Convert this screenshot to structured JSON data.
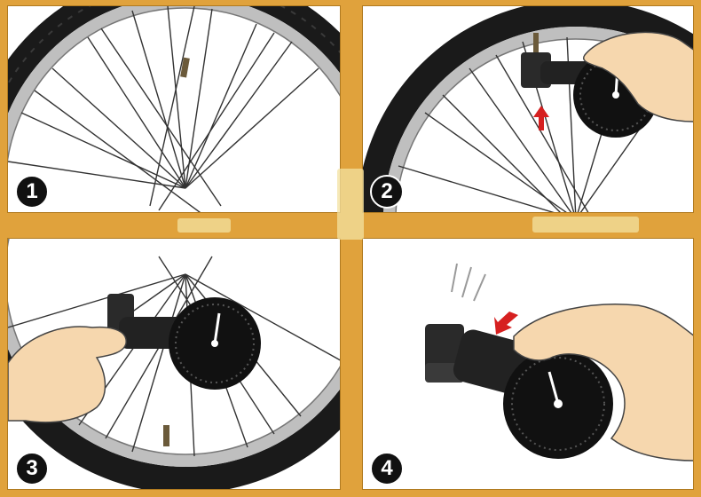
{
  "steps": [
    {
      "number": "1"
    },
    {
      "number": "2"
    },
    {
      "number": "3"
    },
    {
      "number": "4"
    }
  ],
  "colors": {
    "frame": "#e0a23c",
    "tire": "#1a1a1a",
    "rim": "#bfbfbf",
    "skin": "#f6d7ae",
    "arrow": "#d62020",
    "gauge": "#111111"
  },
  "icons": {
    "push_arrow": "red-arrow-icon",
    "wheel": "bicycle-wheel-icon",
    "gauge": "pressure-gauge-icon"
  }
}
